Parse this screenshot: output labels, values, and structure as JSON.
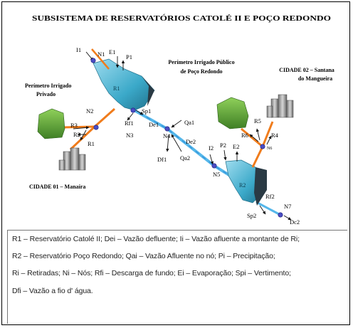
{
  "title": "SUBSISTEMA DE RESERVATÓRIOS CATOLÉ II E POÇO REDONDO",
  "areas": {
    "private": [
      "Perímetro Irrigado",
      "Privado"
    ],
    "public": [
      "Perímetro Irrigado Público",
      "de Poço Redondo"
    ],
    "city2": [
      "CIDADE 02 – Santana",
      "do Mangueira"
    ],
    "city1": "CIDADE 01 – Manaíra"
  },
  "labels": {
    "I1": "I1",
    "N1": "N1",
    "E1": "E1",
    "P1": "P1",
    "R1": "R1",
    "R3": "R3",
    "N2": "N2",
    "R2": "R2",
    "R1b": "R1",
    "Sp1": "Sp1",
    "Rf1": "Rf1",
    "N3": "N3",
    "De1": "De1",
    "N4": "N4",
    "Qa1": "Qa1",
    "Df1": "Df1",
    "De2": "De2",
    "Qa2": "Qa2",
    "I2": "I2",
    "P2": "P2",
    "E2": "E2",
    "N5": "N5",
    "R5": "R5",
    "R6": "R6",
    "R4": "R4",
    "N6": "N6",
    "R2res": "R2",
    "Rf2": "Rf2",
    "N7": "N7",
    "Sp2": "Sp2",
    "Dc2": "Dc2"
  },
  "legend": [
    "R1 – Reservatório Catolé II; Dei – Vazão defluente; Ii – Vazão afluente a montante de Ri;",
    "R2 – Reservatório Poço Redondo; Qai – Vazão Afluente no nó; Pi – Precipitação;",
    "Ri – Retiradas; Ni – Nós; Rfi – Descarga de fundo; Ei – Evaporação; Spi – Vertimento;",
    "Dfi – Vazão a fio d' água."
  ],
  "colors": {
    "reservoir": "#3ba9c9",
    "flow": "#55b7ea",
    "withdrawal": "#f07c1c",
    "node": "#4a4dc4",
    "field": "#5ea43a"
  }
}
